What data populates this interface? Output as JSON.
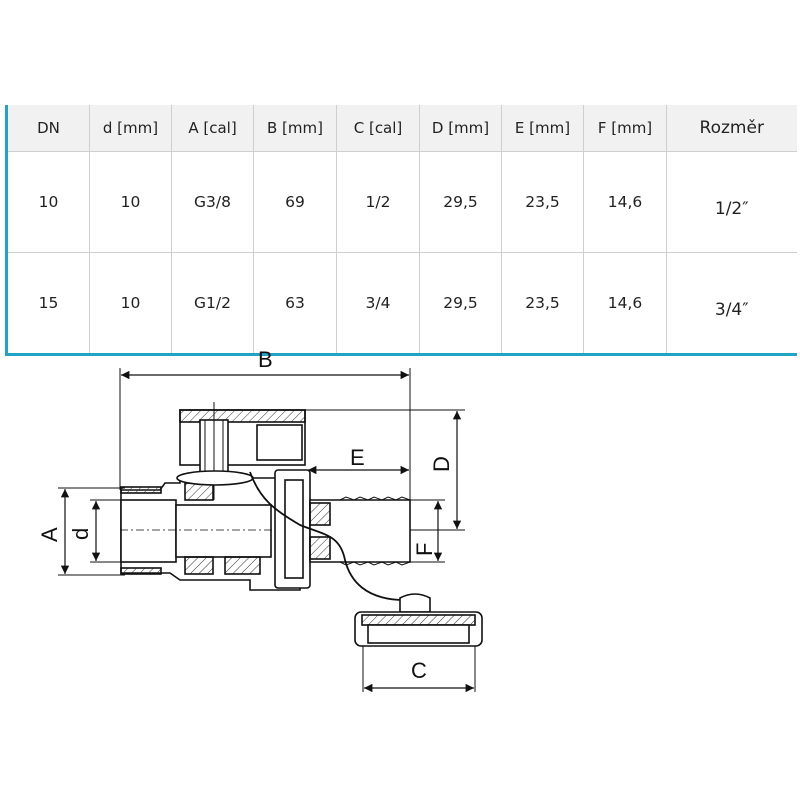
{
  "table": {
    "headers": [
      "DN",
      "d [mm]",
      "A [cal]",
      "B [mm]",
      "C [cal]",
      "D [mm]",
      "E [mm]",
      "F [mm]",
      "Rozměr"
    ],
    "rows": [
      [
        "10",
        "10",
        "G3/8",
        "69",
        "1/2",
        "29,5",
        "23,5",
        "14,6",
        "1/2″"
      ],
      [
        "15",
        "10",
        "G1/2",
        "63",
        "3/4",
        "29,5",
        "23,5",
        "14,6",
        "3/4″"
      ]
    ],
    "accent_color": "#23a3c3"
  },
  "drawing": {
    "labels": {
      "A": "A",
      "B": "B",
      "C": "C",
      "D": "D",
      "E": "E",
      "F": "F",
      "d": "d"
    }
  }
}
